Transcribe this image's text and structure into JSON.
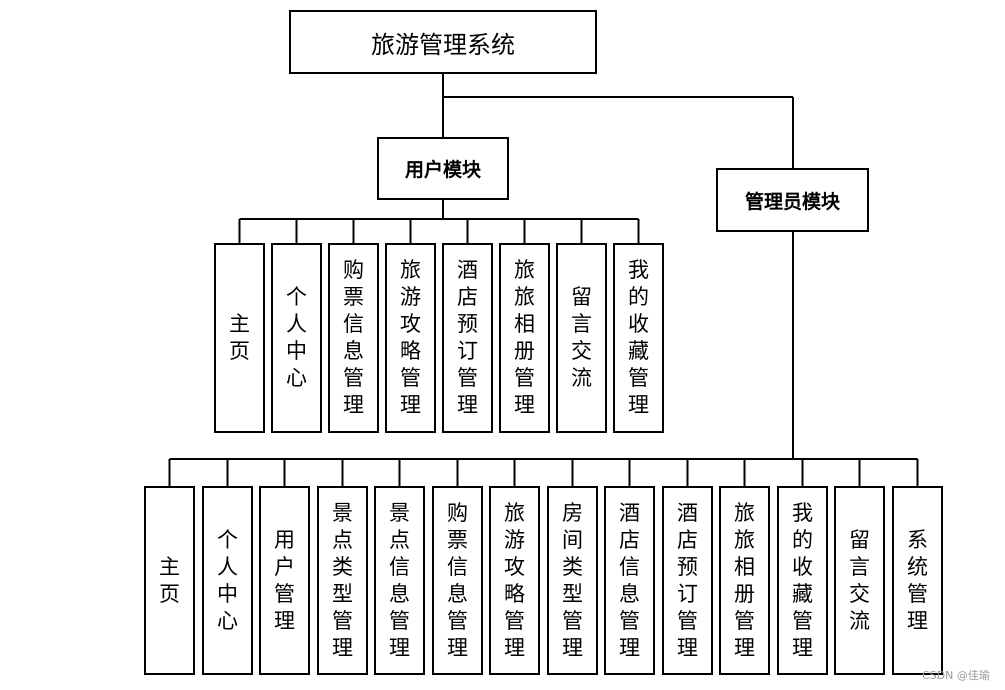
{
  "root": {
    "label": "旅游管理系统"
  },
  "user_module": {
    "label": "用户模块",
    "items": [
      "主页",
      "个人中心",
      "购票信息管理",
      "旅游攻略管理",
      "酒店预订管理",
      "旅旅相册管理",
      "留言交流",
      "我的收藏管理"
    ]
  },
  "admin_module": {
    "label": "管理员模块",
    "items": [
      "主页",
      "个人中心",
      "用户管理",
      "景点类型管理",
      "景点信息管理",
      "购票信息管理",
      "旅游攻略管理",
      "房间类型管理",
      "酒店信息管理",
      "酒店预订管理",
      "旅旅相册管理",
      "我的收藏管理",
      "留言交流",
      "系统管理"
    ]
  },
  "watermark": "CSDN @佳瑜"
}
